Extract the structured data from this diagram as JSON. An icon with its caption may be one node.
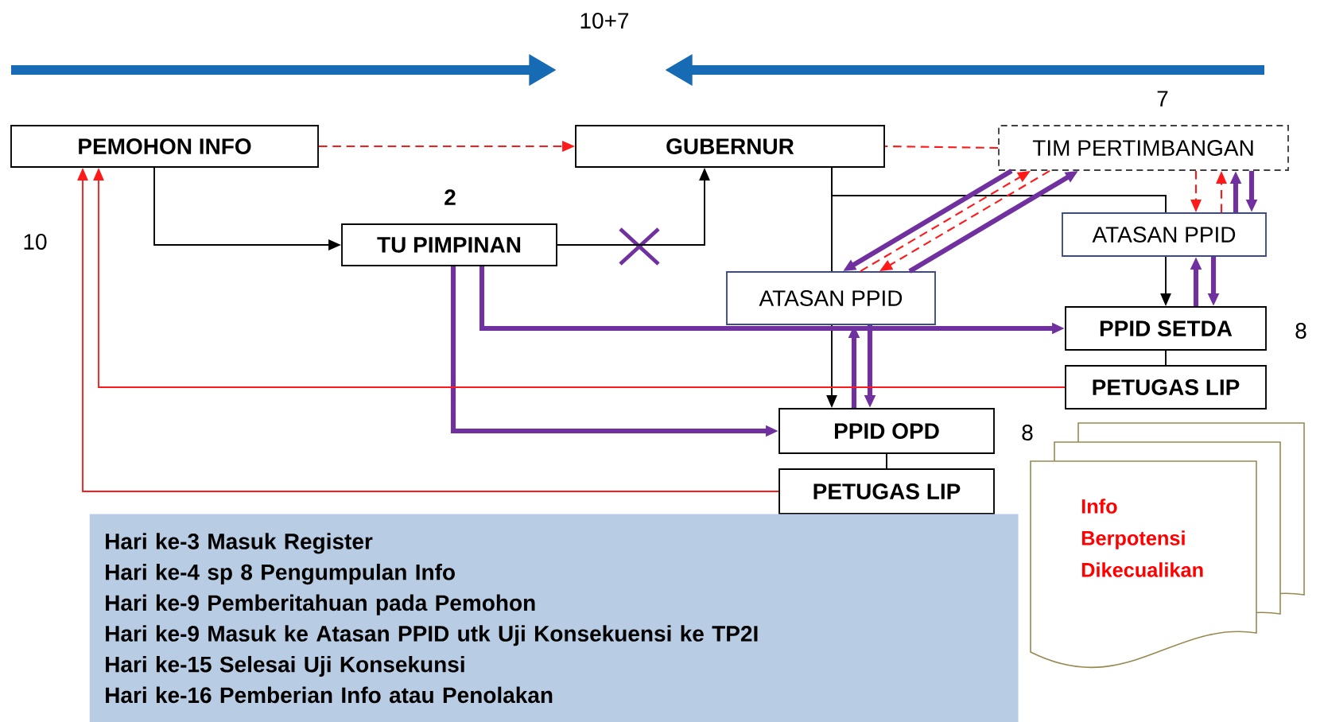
{
  "diagram": {
    "nodes": [
      {
        "text": [
          "PEMOHON INFO"
        ]
      },
      {
        "text": [
          "GUBERNUR"
        ]
      },
      {
        "text": [
          "TIM PERTIMBANGAN"
        ],
        "beside": [
          "7"
        ]
      },
      {
        "text": [
          "TU PIMPINAN"
        ],
        "beside": [
          "2"
        ]
      },
      {
        "text": [
          "ATASAN PPID"
        ]
      },
      {
        "text": [
          "ATASAN PPID"
        ]
      },
      {
        "text": [
          "PPID SETDA"
        ],
        "beside": [
          "8"
        ]
      },
      {
        "text": [
          "PETUGAS LIP"
        ]
      },
      {
        "text": [
          "PPID OPD"
        ],
        "beside": [
          "8"
        ]
      },
      {
        "text": [
          "PETUGAS LIP"
        ]
      },
      {
        "text": [
          "Hari ke-3 Masuk Register",
          "Hari ke-4 sp 8 Pengumpulan Info",
          "Hari ke-9 Pemberitahuan pada Pemohon",
          "Hari ke-9 Masuk ke Atasan PPID  utk Uji Konsekuensi ke TP2I",
          "Hari ke-15 Selesai Uji Konsekunsi",
          "Hari ke-16 Pemberian Info atau Penolakan"
        ]
      },
      {
        "text": [
          "Info Berpotensi Dikecualikan"
        ]
      }
    ],
    "edges": [
      {
        "from": 0,
        "to": 1,
        "arrow": "to",
        "style": "dashed",
        "color": "#ff1a1a"
      },
      {
        "from": 2,
        "to": 1,
        "arrow": "none",
        "style": "dashed",
        "color": "#ff1a1a"
      },
      {
        "from": 0,
        "to": 3,
        "arrow": "to",
        "color": "#000000"
      },
      {
        "from": 3,
        "to": 1,
        "arrow": "to",
        "color": "#000000"
      },
      {
        "from": 1,
        "to": 4,
        "arrow": "none",
        "color": "#000000"
      },
      {
        "from": 4,
        "to": 8,
        "arrow": "to",
        "color": "#000000"
      },
      {
        "from": 1,
        "to": 5,
        "arrow": "none",
        "color": "#000000"
      },
      {
        "from": 5,
        "to": 6,
        "arrow": "to",
        "color": "#000000"
      },
      {
        "from": 2,
        "to": 4,
        "arrow": "to",
        "style": "thick",
        "color": "#7030a0"
      },
      {
        "from": 4,
        "to": 2,
        "arrow": "to",
        "style": "thick",
        "color": "#7030a0"
      },
      {
        "from": 4,
        "to": 2,
        "arrow": "to",
        "style": "dashed",
        "color": "#ff1a1a"
      },
      {
        "from": 2,
        "to": 4,
        "arrow": "to",
        "style": "dashed",
        "color": "#ff1a1a"
      },
      {
        "from": 2,
        "to": 5,
        "arrow": "to",
        "style": "dashed",
        "color": "#ff1a1a"
      },
      {
        "from": 5,
        "to": 2,
        "arrow": "to",
        "style": "dashed",
        "color": "#ff1a1a"
      },
      {
        "from": 5,
        "to": 2,
        "arrow": "to",
        "style": "thick",
        "color": "#7030a0"
      },
      {
        "from": 2,
        "to": 5,
        "arrow": "to",
        "style": "thick",
        "color": "#7030a0"
      },
      {
        "from": 6,
        "to": 5,
        "arrow": "to",
        "style": "thick",
        "color": "#7030a0"
      },
      {
        "from": 5,
        "to": 6,
        "arrow": "to",
        "style": "thick",
        "color": "#7030a0"
      },
      {
        "from": 8,
        "to": 4,
        "arrow": "to",
        "style": "thick",
        "color": "#7030a0"
      },
      {
        "from": 4,
        "to": 8,
        "arrow": "to",
        "style": "thick",
        "color": "#7030a0"
      },
      {
        "from": 3,
        "to": 6,
        "arrow": "to",
        "style": "thick",
        "color": "#7030a0"
      },
      {
        "from": 3,
        "to": 8,
        "arrow": "to",
        "style": "thick",
        "color": "#7030a0"
      },
      {
        "from": 6,
        "to": 7,
        "arrow": "none",
        "color": "#000000"
      },
      {
        "from": 8,
        "to": 9,
        "arrow": "none",
        "color": "#000000"
      },
      {
        "from": 7,
        "to": 0,
        "arrow": "to",
        "color": "#ff1a1a"
      },
      {
        "from": 9,
        "to": 0,
        "arrow": "to",
        "color": "#ff1a1a"
      }
    ],
    "labels": [
      "10+7",
      "10"
    ]
  }
}
